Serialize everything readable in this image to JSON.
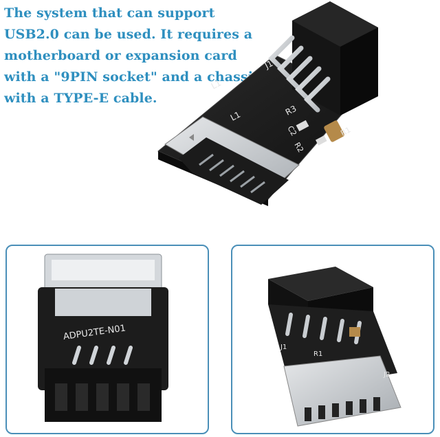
{
  "headline": {
    "lines": [
      "The system that can support",
      "USB2.0 can be used. It requires a",
      "motherboard or expansion card",
      "with a \"9PIN socket\" and a chassis",
      "with a TYPE-E cable."
    ],
    "color": "#2e8fbf"
  },
  "board_silkscreen": {
    "hero_j1": "J1",
    "hero_l1": "L1",
    "hero_r3": "R3",
    "hero_r2": "R2",
    "hero_r1": "R1",
    "hero_c2": "C2",
    "left_model": "ADPU2TE-N01",
    "right_j1": "J1",
    "right_r1": "R1",
    "right_j2": "J2"
  },
  "colors": {
    "panel_border": "#4a8fb8",
    "pcb": "#1c1c1c",
    "connector_metal": "#c9cdd1"
  }
}
